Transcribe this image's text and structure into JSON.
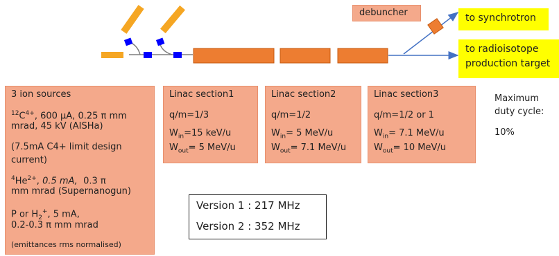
{
  "labels": {
    "debuncher": "debuncher",
    "to_synchrotron": "to synchrotron",
    "to_radioisotope_line1": "to radioisotope",
    "to_radioisotope_line2": "production target"
  },
  "ion_sources": {
    "title": "3 ion sources",
    "l1_sup": "12",
    "l1_c": "C",
    "l1_charge": "4+",
    "l1_rest": ", 600 μA, 0.25 π mm",
    "l2": "mrad, 45 kV (AISHa)",
    "l3": "(7.5mA C4+ limit design",
    "l4": "current)",
    "l5_sup": "4",
    "l5_he": "He",
    "l5_charge": "2+",
    "l5_comma": ", ",
    "l5_ital": "0.5 mA,",
    "l5_rest": "  0.3 π",
    "l6": "mm mrad (Supernanogun)",
    "l7_p": "P or H",
    "l7_sub": "2",
    "l7_sup": "+",
    "l7_rest": ", 5 mA,",
    "l8": "0.2-0.3 π mm mrad",
    "l9": "(emittances rms normalised)"
  },
  "linac1": {
    "title": "Linac section1",
    "qm": "q/m=1/3",
    "win_w": "W",
    "win_sub": "in",
    "win_val": "=15 keV/u",
    "wout_w": "W",
    "wout_sub": "out",
    "wout_val": "= 5 MeV/u"
  },
  "linac2": {
    "title": "Linac section2",
    "qm": "q/m=1/2",
    "win_w": "W",
    "win_sub": "in",
    "win_val": "= 5 MeV/u",
    "wout_w": "W",
    "wout_sub": "out",
    "wout_val": "= 7.1 MeV/u"
  },
  "linac3": {
    "title": "Linac section3",
    "qm": "q/m=1/2 or 1",
    "win_w": "W",
    "win_sub": "in",
    "win_val": "= 7.1 MeV/u",
    "wout_w": "W",
    "wout_sub": "out",
    "wout_val": "= 10 MeV/u"
  },
  "duty": {
    "l1": "Maximum",
    "l2": "duty cycle:",
    "l3": "10%"
  },
  "versions": {
    "v1": "Version 1 : 217 MHz",
    "v2": "Version 2 : 352 MHz"
  },
  "colors": {
    "component_orange": "#ed7d31",
    "box_salmon": "#f4a98b",
    "yellow_label": "#ffff00",
    "magnet_blue": "#0000ff",
    "arrow_blue": "#4472c4",
    "ion_line_gray": "#7f7f7f"
  }
}
